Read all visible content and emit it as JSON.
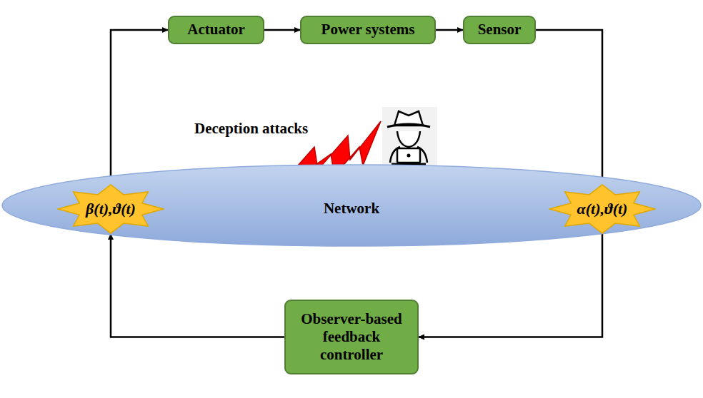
{
  "diagram": {
    "nodes": [
      {
        "text": [
          "Actuator"
        ]
      },
      {
        "text": [
          "Power systems"
        ]
      },
      {
        "text": [
          "Sensor"
        ]
      },
      {
        "text": [
          "Network"
        ]
      },
      {
        "text": [
          "β(t),ϑ(t)"
        ]
      },
      {
        "text": [
          "α(t),ϑ(t)"
        ]
      },
      {
        "text": [
          "Observer-based feedback controller"
        ]
      }
    ],
    "edges": [
      {
        "from": 0,
        "to": 1,
        "arrow": "to"
      },
      {
        "from": 1,
        "to": 2,
        "arrow": "to"
      },
      {
        "from": 2,
        "to": 5,
        "arrow": "to"
      },
      {
        "from": 5,
        "to": 6,
        "arrow": "to"
      },
      {
        "from": 6,
        "to": 4,
        "arrow": "to"
      },
      {
        "from": 4,
        "to": 0,
        "arrow": "to"
      }
    ],
    "labels": [
      "Deception attacks"
    ]
  }
}
